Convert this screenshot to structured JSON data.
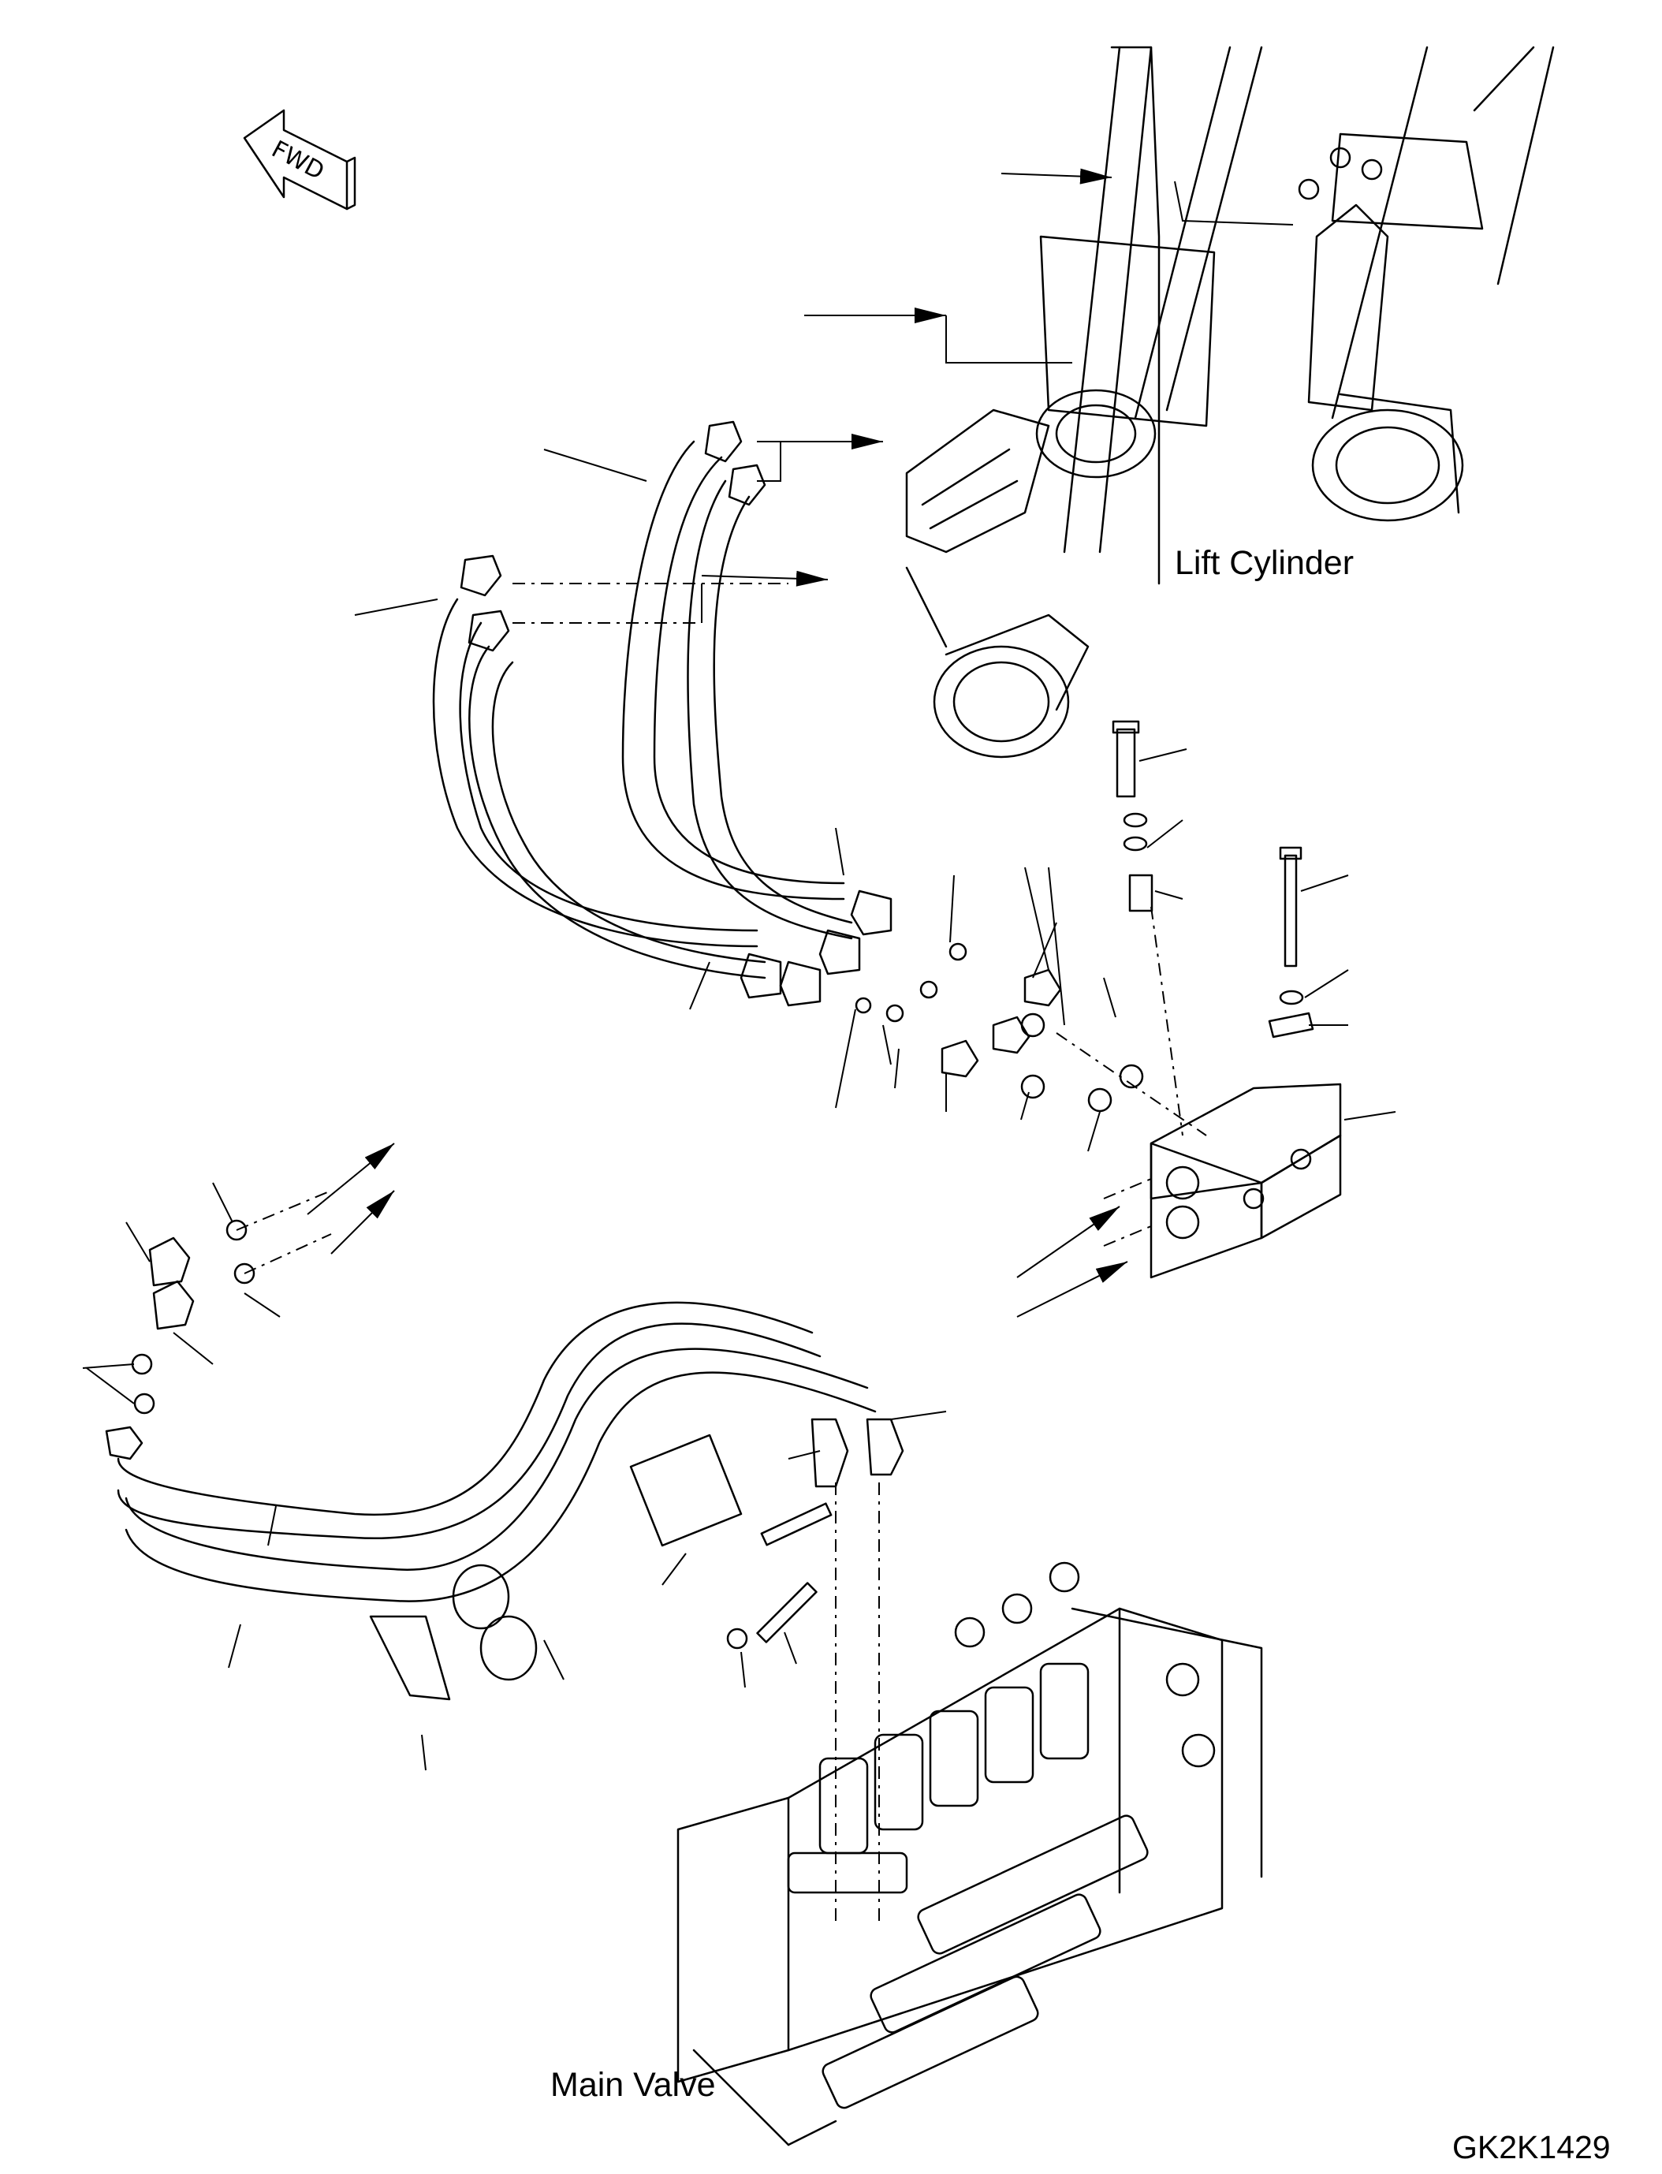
{
  "labels": {
    "lift_cylinder": "Lift Cylinder",
    "main_valve": "Main Valve",
    "drawing_code": "GK2K1429",
    "fwd": "FWD"
  },
  "colors": {
    "ink": "#000000",
    "paper": "#ffffff"
  },
  "icons": [
    "fwd-arrow-icon"
  ]
}
